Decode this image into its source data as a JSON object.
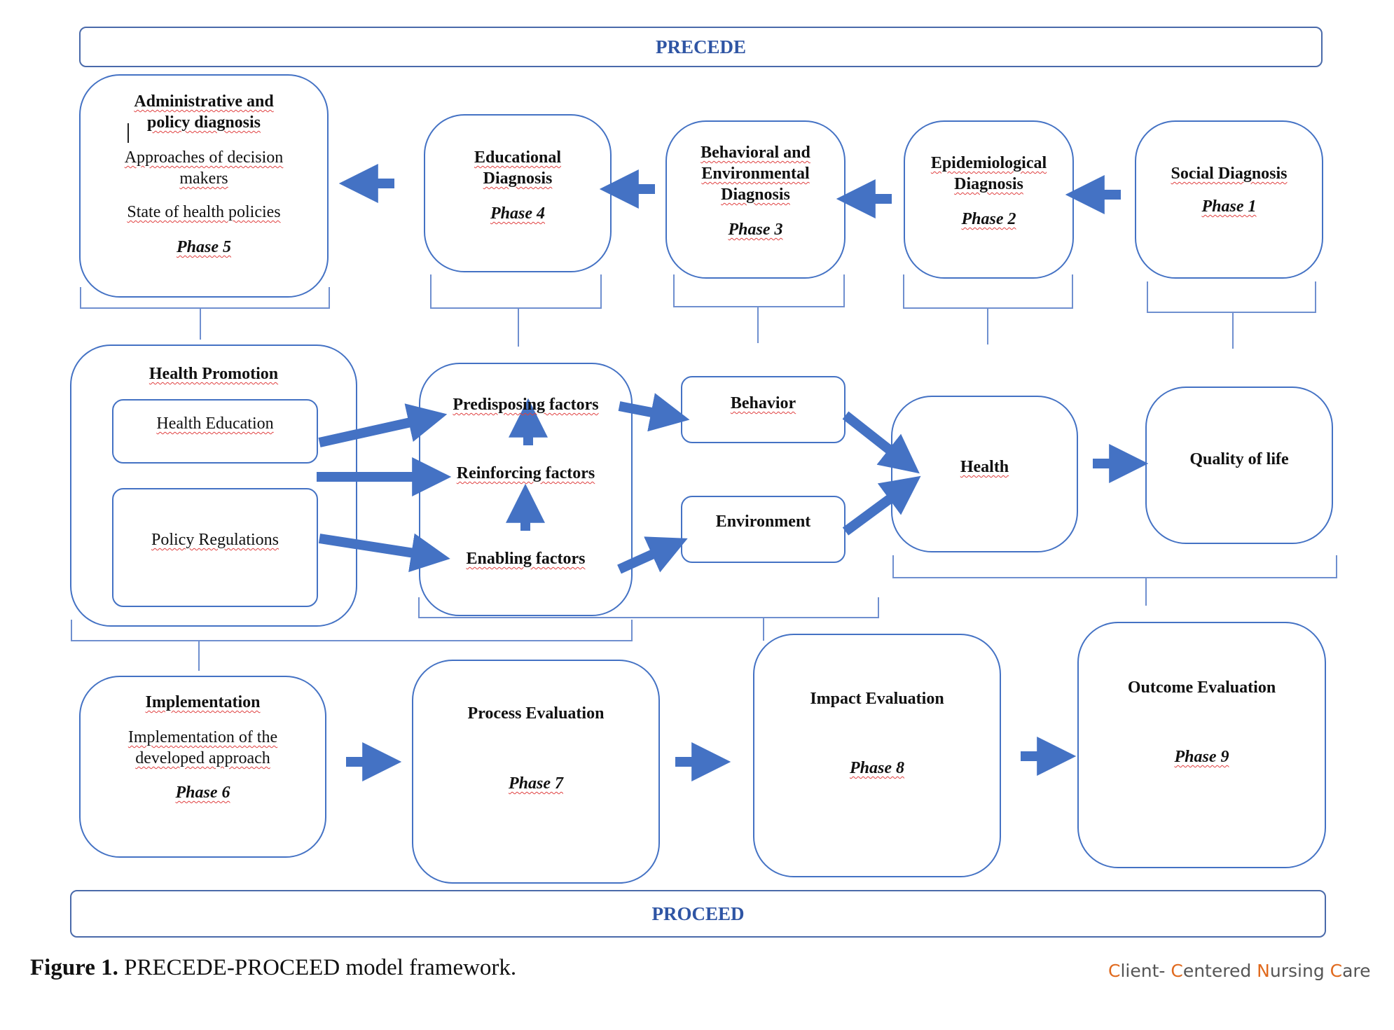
{
  "banners": {
    "top": "PRECEDE",
    "bottom": "PROCEED"
  },
  "phases": {
    "p1": {
      "title": "Social Diagnosis",
      "phase": "Phase 1"
    },
    "p2": {
      "title_1": "Epidemiological",
      "title_2": "Diagnosis",
      "phase": "Phase 2"
    },
    "p3": {
      "title_1": "Behavioral and",
      "title_2": "Environmental",
      "title_3": "Diagnosis",
      "phase": "Phase 3"
    },
    "p4": {
      "title_1": "Educational",
      "title_2": "Diagnosis",
      "phase": "Phase 4"
    },
    "p5": {
      "title_1": "Administrative and",
      "title_2": "policy diagnosis",
      "item_1a": "Approaches of decision",
      "item_1b": "makers",
      "item_2": "State of health policies",
      "phase": "Phase 5"
    },
    "p6": {
      "title": "Implementation",
      "desc_1": "Implementation of the",
      "desc_2": "developed approach",
      "phase": "Phase 6"
    },
    "p7": {
      "title": "Process Evaluation",
      "phase": "Phase 7"
    },
    "p8": {
      "title": "Impact Evaluation",
      "phase": "Phase 8"
    },
    "p9": {
      "title": "Outcome Evaluation",
      "phase": "Phase 9"
    }
  },
  "middle": {
    "health_promotion": "Health Promotion",
    "health_education": "Health Education",
    "policy_regulations": "Policy Regulations",
    "predisposing": "Predisposing factors",
    "reinforcing": "Reinforcing factors",
    "enabling": "Enabling factors",
    "behavior": "Behavior",
    "environment": "Environment",
    "health": "Health",
    "quality_of_life": "Quality of life"
  },
  "caption": {
    "label": "Figure 1.",
    "text": "PRECEDE-PROCEED model framework."
  },
  "brand": {
    "w1_first": "C",
    "w1_rest": "lient- ",
    "w2_first": "C",
    "w2_rest": "entered ",
    "w3_first": "N",
    "w3_rest": "ursing ",
    "w4_first": "C",
    "w4_rest": "are"
  },
  "colors": {
    "arrow": "#4472c4",
    "border": "#4472c4",
    "brace": "#6f8fcf",
    "banner_text": "#2f55a4",
    "brand_accent": "#e06a1e"
  }
}
